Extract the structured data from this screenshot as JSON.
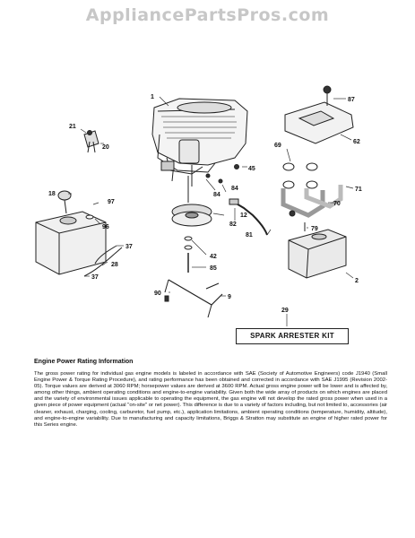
{
  "watermark": "AppliancePartsPros.com",
  "callouts": {
    "c1": "1",
    "c21": "21",
    "c20": "20",
    "c87": "87",
    "c62": "62",
    "c69": "69",
    "c71": "71",
    "c70": "70",
    "c79": "79",
    "c45": "45",
    "c84a": "84",
    "c84b": "84",
    "c18": "18",
    "c97": "97",
    "c96": "96",
    "c12": "12",
    "c82": "82",
    "c81": "81",
    "c37a": "37",
    "c28": "28",
    "c37b": "37",
    "c42": "42",
    "c85": "85",
    "c2": "2",
    "c90": "90",
    "c9": "9",
    "c29": "29"
  },
  "kit_label": "SPARK ARRESTER KIT",
  "section_title": "Engine Power Rating Information",
  "body_text": "The gross power rating for individual gas engine models is labeled in accordance with SAE (Society of Automotive Engineers) code J1940 (Small Engine Power & Torque Rating Procedure), and rating performance has been obtained and corrected in accordance with SAE J1995 (Revision 2002-05). Torque values are derived at 3060 RPM; horsepower values are derived at 3600 RPM. Actual gross engine power will be lower and is affected by, among other things, ambient operating conditions and engine-to-engine variability. Given both the wide array of products on which engines are placed and the variety of environmental issues applicable to operating the equipment, the gas engine will not develop the rated gross power when used in a given piece of power equipment (actual \"on-site\" or net power). This difference is due to a variety of factors including, but not limited to, accessories (air cleaner, exhaust, charging, cooling, carburetor, fuel pump, etc.), application limitations, ambient operating conditions (temperature, humidity, altitude), and engine-to-engine variability. Due to manufacturing and capacity limitations, Briggs & Stratton may substitute an engine of higher rated power for this Series engine."
}
